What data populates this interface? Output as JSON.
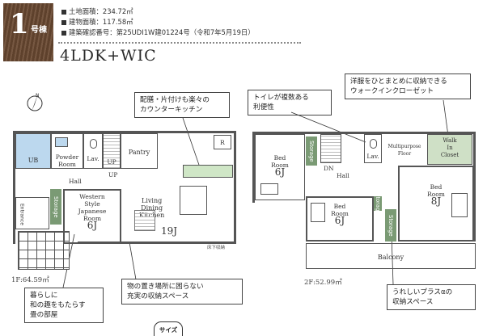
{
  "badge": {
    "number": "1",
    "suffix": "号棟"
  },
  "specs": [
    {
      "label": "土地面積：",
      "value": "234.72㎡"
    },
    {
      "label": "建物面積：",
      "value": "117.58㎡"
    },
    {
      "label": "建築確認番号：",
      "value": "第25UDI1W建01224号（令和7年5月19日）"
    }
  ],
  "layout_type": "4LDK+WIC",
  "callouts": {
    "kitchen": "配膳・片付けも楽々の\nカウンターキッチン",
    "toilet": "トイレが複数ある\n利便性",
    "wic": "洋服をひとまとめに収納できる\nウォークインクローゼット",
    "tatami": "暮らしに\n和の趣をもたらす\n畳の部屋",
    "storage_ldk": "物の置き場所に困らない\n充実の収納スペース",
    "storage_plus": "うれしいプラスαの\n収納スペース"
  },
  "floor1": {
    "area_label": "1F:64.59㎡",
    "rooms": {
      "ub": "UB",
      "powder": "Powder\nRoom",
      "lav": "Lav.",
      "up": "UP",
      "pantry": "Pantry",
      "hall": "Hall",
      "r": "R",
      "up2": "UP",
      "western": "Western\nStyle\nJapanese\nRoom",
      "western_size": "6J",
      "storage": "Storage",
      "entrance": "Entrance",
      "ldk": "Living\nDining\nKitchen",
      "ldk_size": "19J",
      "floor_note": "床下収納"
    }
  },
  "floor2": {
    "area_label": "2F:52.99㎡",
    "rooms": {
      "bed1": "Bed\nRoom",
      "bed1_size": "6J",
      "storage1": "Storage",
      "dn": "DN",
      "hall": "Hall",
      "lav": "Lav.",
      "multipurpose": "Multipurpose\nFloor",
      "wic": "Walk\nIn\nCloset",
      "bed2": "Bed\nRoom",
      "bed2_size": "6J",
      "storage2": "Storage",
      "storage3": "Storage",
      "bed3": "Bed\nRoom",
      "bed3_size": "8J",
      "balcony": "Balcony"
    }
  },
  "size_tab": "サイズ",
  "icons": {
    "compass": "north-arrow-icon"
  }
}
